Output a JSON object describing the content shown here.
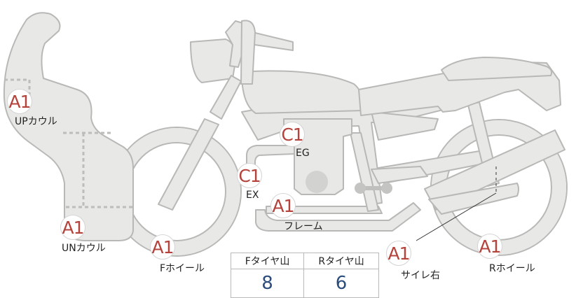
{
  "parts": [
    {
      "id": "up-cowl",
      "grade": "A1",
      "name": "UPカウル"
    },
    {
      "id": "un-cowl",
      "grade": "A1",
      "name": "UNカウル"
    },
    {
      "id": "f-wheel",
      "grade": "A1",
      "name": "Fホイール"
    },
    {
      "id": "engine",
      "grade": "C1",
      "name": "EG"
    },
    {
      "id": "exhaust",
      "grade": "C1",
      "name": "EX"
    },
    {
      "id": "frame",
      "grade": "A1",
      "name": "フレーム"
    },
    {
      "id": "silencer-right",
      "grade": "A1",
      "name": "サイレ右"
    },
    {
      "id": "r-wheel",
      "grade": "A1",
      "name": "Rホイール"
    }
  ],
  "tread": {
    "front_header": "Fタイヤ山",
    "rear_header": "Rタイヤ山",
    "front_value": "8",
    "rear_value": "6"
  }
}
